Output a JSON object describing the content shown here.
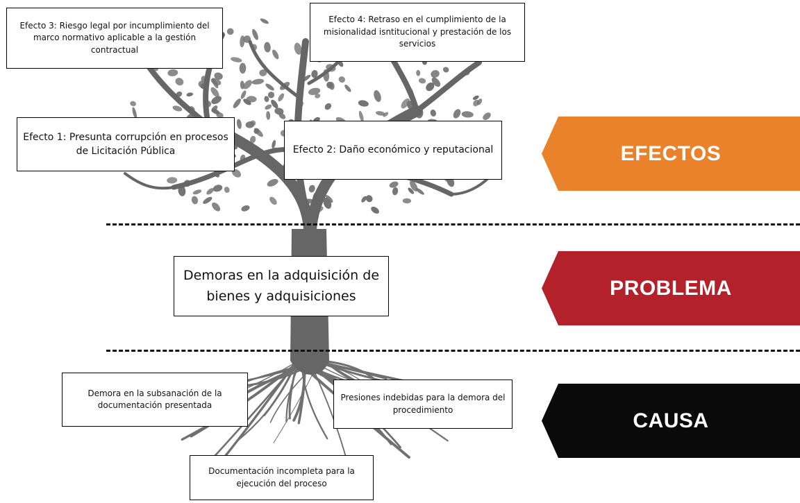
{
  "diagram": {
    "effects_label": "EFECTOS",
    "problem_label": "PROBLEMA",
    "cause_label": "CAUSA",
    "colors": {
      "effects": "#e9822a",
      "problem": "#b3212b",
      "cause": "#0a0a0a",
      "tree": "#6f6f6f"
    },
    "effects": {
      "effect_1": "Efecto 1: Presunta corrupción en procesos de Licitación Pública",
      "effect_2": "Efecto 2: Daño económico y reputacional",
      "effect_3": "Efecto 3: Riesgo legal por incumplimiento del marco normativo aplicable a la gestión contractual",
      "effect_4": "Efecto 4: Retraso en el cumplimiento de la misionalidad isntitucional y prestación de los servicios"
    },
    "problem": "Demoras en la adquisición de bienes y adquisiciones",
    "causes": {
      "cause_1": "Demora en la subsanación de la documentación presentada",
      "cause_2": "Presiones indebidas para la demora del procedimiento",
      "cause_3": "Documentación incompleta para la ejecución del proceso"
    }
  }
}
